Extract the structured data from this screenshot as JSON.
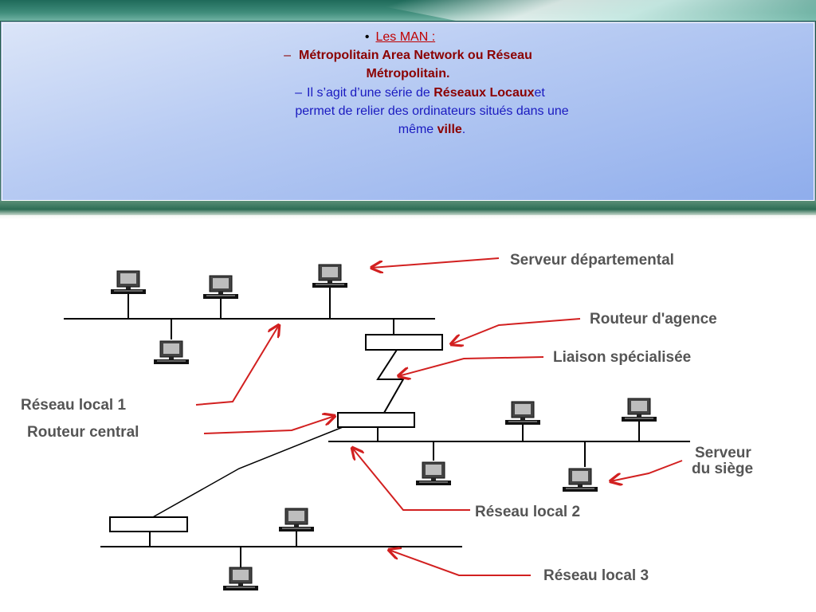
{
  "slide": {
    "heading_bullet": "•",
    "heading": "Les MAN :",
    "line1_dash": "–",
    "line1": "Métropolitain Area Network ou Réseau",
    "line1b": "Métropolitain.",
    "line2_dash": "–",
    "line2_pre": "Il s’agit d’une série de ",
    "line2_bold": "Réseaux Locaux",
    "line2_post": "et",
    "line3": "permet de relier des ordinateurs situés dans une",
    "line4_pre": "même ",
    "line4_bold": "ville",
    "line4_post": "."
  },
  "diagram": {
    "labels": {
      "serveur_departemental": "Serveur départemental",
      "routeur_agence": "Routeur d'agence",
      "liaison_specialisee": "Liaison spécialisée",
      "reseau_local_1": "Réseau local 1",
      "routeur_central": "Routeur central",
      "serveur_siege_1": "Serveur",
      "serveur_siege_2": "du siège",
      "reseau_local_2": "Réseau local 2",
      "reseau_local_3": "Réseau local 3"
    },
    "colors": {
      "arrow": "#d22020",
      "line": "#000000",
      "label": "#555555"
    }
  }
}
